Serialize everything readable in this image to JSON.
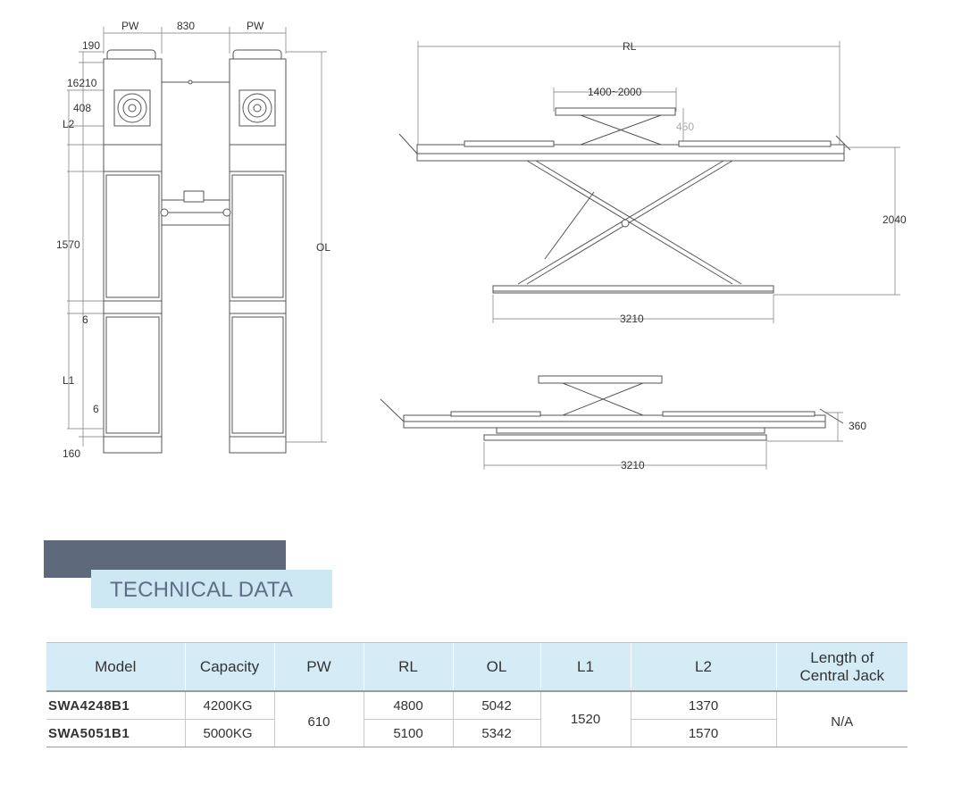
{
  "drawing": {
    "top_view": {
      "pw_left": "PW",
      "gap": "830",
      "pw_right": "PW",
      "d190": "190",
      "d16210": "16210",
      "d408": "408",
      "l2": "L2",
      "d1570": "1570",
      "d6_upper": "6",
      "l1": "L1",
      "d6_lower": "6",
      "d160": "160",
      "ol": "OL"
    },
    "side_view_raised": {
      "rl": "RL",
      "jack_range": "1400~2000",
      "jack_lift": "450",
      "height": "2040",
      "base_length": "3210"
    },
    "side_view_lowered": {
      "height": "360",
      "base_length": "3210"
    }
  },
  "section": {
    "title": "TECHNICAL DATA"
  },
  "table": {
    "headers": [
      "Model",
      "Capacity",
      "PW",
      "RL",
      "OL",
      "L1",
      "L2",
      "Length of\nCentral Jack"
    ],
    "header_jack_line1": "Length of",
    "header_jack_line2": "Central Jack",
    "rows": [
      {
        "model": "SWA4248B1",
        "capacity": "4200KG",
        "rl": "4800",
        "ol": "5042",
        "l2": "1370"
      },
      {
        "model": "SWA5051B1",
        "capacity": "5000KG",
        "rl": "5100",
        "ol": "5342",
        "l2": "1570"
      }
    ],
    "shared": {
      "pw": "610",
      "l1": "1520",
      "jack": "N/A"
    }
  },
  "colors": {
    "banner_dark": "#5e6a7c",
    "banner_light": "#cde7f3",
    "header_bg": "#d5ecf7",
    "title_text": "#5d6e86"
  }
}
